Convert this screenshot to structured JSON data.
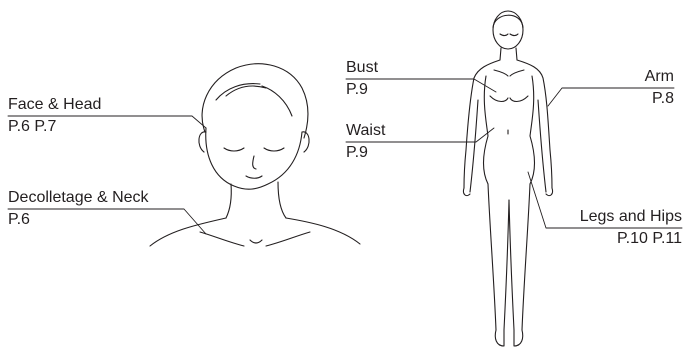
{
  "labels": {
    "face_head": {
      "name": "Face & Head",
      "pages": "P.6 P.7"
    },
    "decolletage": {
      "name": "Decolletage & Neck",
      "pages": "P.6"
    },
    "bust": {
      "name": "Bust",
      "pages": "P.9"
    },
    "waist": {
      "name": "Waist",
      "pages": "P.9"
    },
    "arm": {
      "name": "Arm",
      "pages": "P.8"
    },
    "legs_hips": {
      "name": "Legs and Hips",
      "pages": "P.10 P.11"
    }
  },
  "colors": {
    "ink": "#231f20",
    "background": "#ffffff"
  },
  "illustrations": [
    "woman-head-and-shoulders-illustration",
    "woman-full-body-illustration"
  ]
}
